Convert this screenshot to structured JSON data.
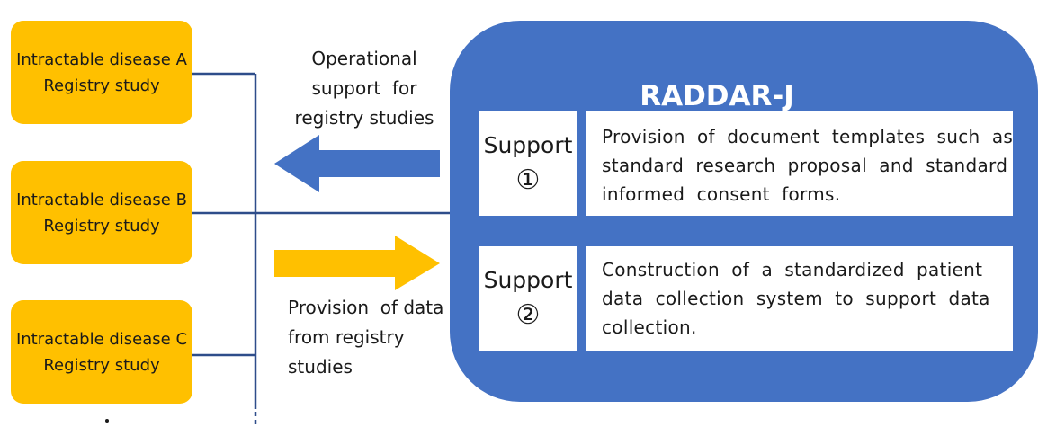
{
  "registry_boxes": [
    {
      "line1": "Intractable disease A",
      "line2": "Registry study"
    },
    {
      "line1": "Intractable disease B",
      "line2": "Registry study"
    },
    {
      "line1": "Intractable disease C",
      "line2": "Registry study"
    }
  ],
  "captions": {
    "operational_support": [
      "Operational",
      "support  for",
      "registry studies"
    ],
    "data_provision": [
      "Provision  of data",
      "from registry",
      "studies"
    ]
  },
  "raddar": {
    "title": "RADDAR-J",
    "supports": [
      {
        "label": "Support",
        "number": "①",
        "description": [
          "Provision  of  document  templates  such  as",
          "standard  research  proposal  and  standard",
          "informed  consent  forms."
        ]
      },
      {
        "label": "Support",
        "number": "②",
        "description": [
          "Construction  of  a  standardized  patient",
          "data  collection  system  to  support  data",
          "collection."
        ]
      }
    ]
  },
  "colors": {
    "registry_box": "#ffc000",
    "raddar_panel": "#4472c4",
    "connector_line": "#2e4d8a",
    "left_arrow": "#4472c4",
    "right_arrow": "#ffc000"
  }
}
